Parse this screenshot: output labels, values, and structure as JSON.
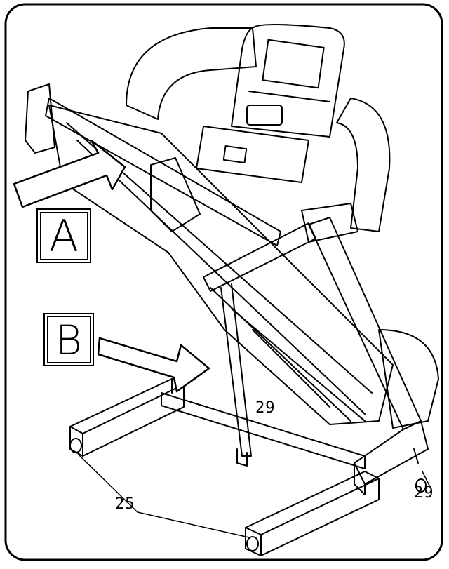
{
  "callouts": {
    "a_label": "A",
    "b_label": "B"
  },
  "part_numbers": {
    "left_upper_29": "29",
    "right_29": "29",
    "left_25": "25"
  }
}
